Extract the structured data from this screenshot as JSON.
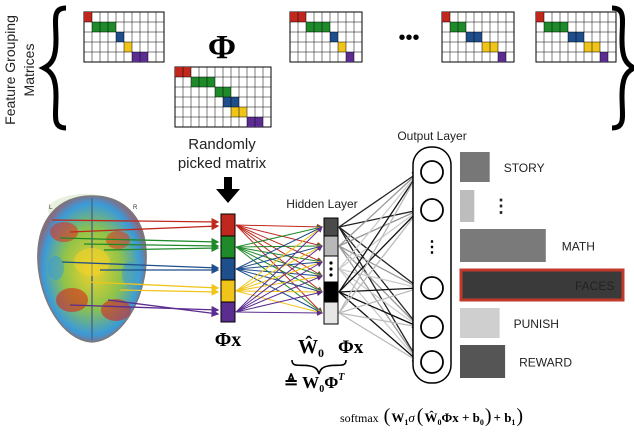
{
  "labels": {
    "side_title_line1": "Feature Grouping",
    "side_title_line2": "Matrices",
    "phi_symbol": "Φ",
    "ellipsis": "•••",
    "picked_line1": "Randomly",
    "picked_line2": "picked matrix",
    "hidden_layer": "Hidden Layer",
    "output_layer": "Output Layer",
    "phi_x": "Φx",
    "w0_hat": "Ŵ",
    "w0_sub": "0",
    "phi_x2": "Φx",
    "triangleq": "≜ W",
    "triangleq_sub": "0",
    "triangleq_tail": "Φ",
    "triangleq_sup": "T",
    "brain_left": "L",
    "brain_right": "R",
    "output_dots": "⋮"
  },
  "formula": {
    "softmax": "softmax",
    "open": "(",
    "w1": "W",
    "w1_sub": "1",
    "sigma": "σ",
    "inner_open": "(",
    "w0": "Ŵ",
    "w0_sub": "0",
    "phi_x_b0": "Φx + b",
    "b0_sub": "0",
    "inner_close": ")",
    "plus_b1": "+ b",
    "b1_sub": "1",
    "close": ")"
  },
  "categories": [
    {
      "name": "STORY",
      "value": 0.27,
      "highlight": false
    },
    {
      "name": "⋮",
      "value": 0.13,
      "highlight": false
    },
    {
      "name": "MATH",
      "value": 0.78,
      "highlight": false
    },
    {
      "name": "FACES",
      "value": 1.0,
      "highlight": true
    },
    {
      "name": "PUNISH",
      "value": 0.36,
      "highlight": false
    },
    {
      "name": "REWARD",
      "value": 0.41,
      "highlight": false
    }
  ],
  "colors": {
    "red": "#c0281e",
    "green": "#1f8a2a",
    "blue": "#1f4e8c",
    "yellow": "#f0c419",
    "purple": "#5c2d91",
    "bar_dark": "#3a3a3a",
    "bar_highlight_border": "#c0392b"
  }
}
